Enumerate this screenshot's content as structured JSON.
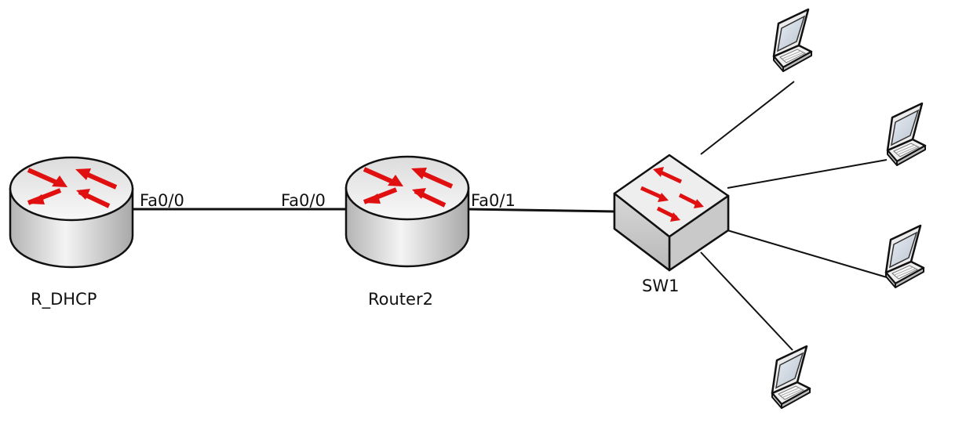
{
  "devices": {
    "r_dhcp": {
      "name": "R_DHCP",
      "type": "router",
      "icon": "router-icon"
    },
    "router2": {
      "name": "Router2",
      "type": "router",
      "icon": "router-icon"
    },
    "sw1": {
      "name": "SW1",
      "type": "switch",
      "icon": "switch-icon"
    },
    "laptops": [
      {
        "icon": "laptop-icon"
      },
      {
        "icon": "laptop-icon"
      },
      {
        "icon": "laptop-icon"
      },
      {
        "icon": "laptop-icon"
      }
    ]
  },
  "links": {
    "r_dhcp_router2": {
      "a_port": "Fa0/0",
      "b_port": "Fa0/0"
    },
    "router2_sw1": {
      "a_port": "Fa0/1"
    }
  },
  "colors": {
    "arrow": "#e01010",
    "body": "#d0d0d0",
    "outline": "#111111",
    "screen": "#cfd8e4"
  }
}
